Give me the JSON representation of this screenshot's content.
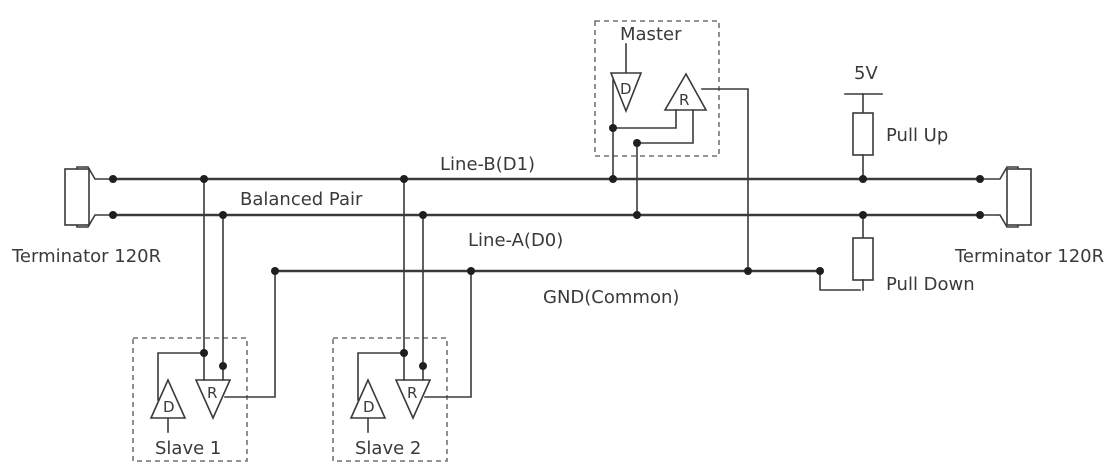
{
  "labels": {
    "line_b": "Line-B(D1)",
    "balanced_pair": "Balanced Pair",
    "line_a": "Line-A(D0)",
    "gnd": "GND(Common)",
    "terminator_left": "Terminator 120R",
    "terminator_right": "Terminator 120R",
    "supply": "5V",
    "pull_up": "Pull Up",
    "pull_down": "Pull Down"
  },
  "nodes": {
    "master": {
      "label": "Master",
      "driver": "D",
      "receiver": "R"
    },
    "slave1": {
      "label": "Slave 1",
      "driver": "D",
      "receiver": "R"
    },
    "slave2": {
      "label": "Slave 2",
      "driver": "D",
      "receiver": "R"
    }
  },
  "colors": {
    "line": "#3a3a3a",
    "junction": "#1f1f1f",
    "background": "#ffffff"
  }
}
